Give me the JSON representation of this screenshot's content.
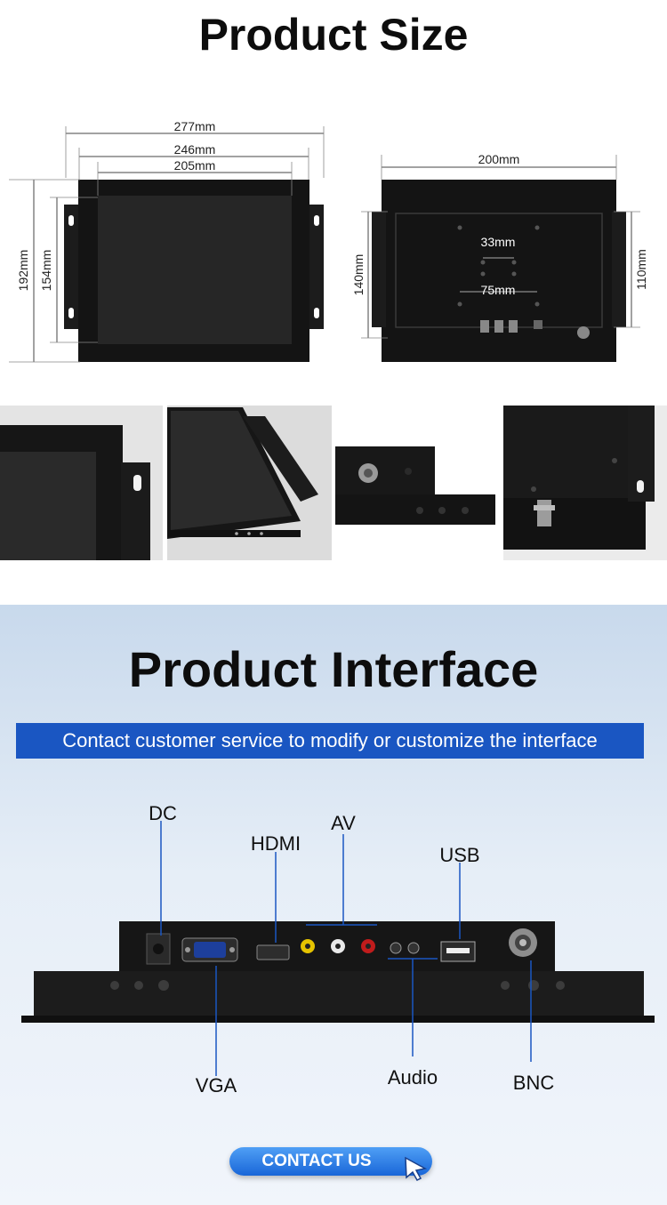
{
  "product_size": {
    "title": "Product Size",
    "front": {
      "width_outer": "277mm",
      "width_body": "246mm",
      "width_screen": "205mm",
      "height_outer": "192mm",
      "height_screen": "154mm"
    },
    "back": {
      "width": "200mm",
      "height_outer": "140mm",
      "height_panel": "110mm",
      "vesa_small": "33mm",
      "vesa_large": "75mm"
    }
  },
  "product_interface": {
    "title": "Product Interface",
    "banner": "Contact customer service to modify or customize the interface",
    "ports": {
      "dc": "DC",
      "hdmi": "HDMI",
      "av": "AV",
      "usb": "USB",
      "vga": "VGA",
      "audio": "Audio",
      "bnc": "BNC"
    },
    "cta": "CONTACT US"
  },
  "colors": {
    "banner_blue": "#1a56c2",
    "cta_blue": "#1966d8",
    "metal_black": "#141414"
  }
}
